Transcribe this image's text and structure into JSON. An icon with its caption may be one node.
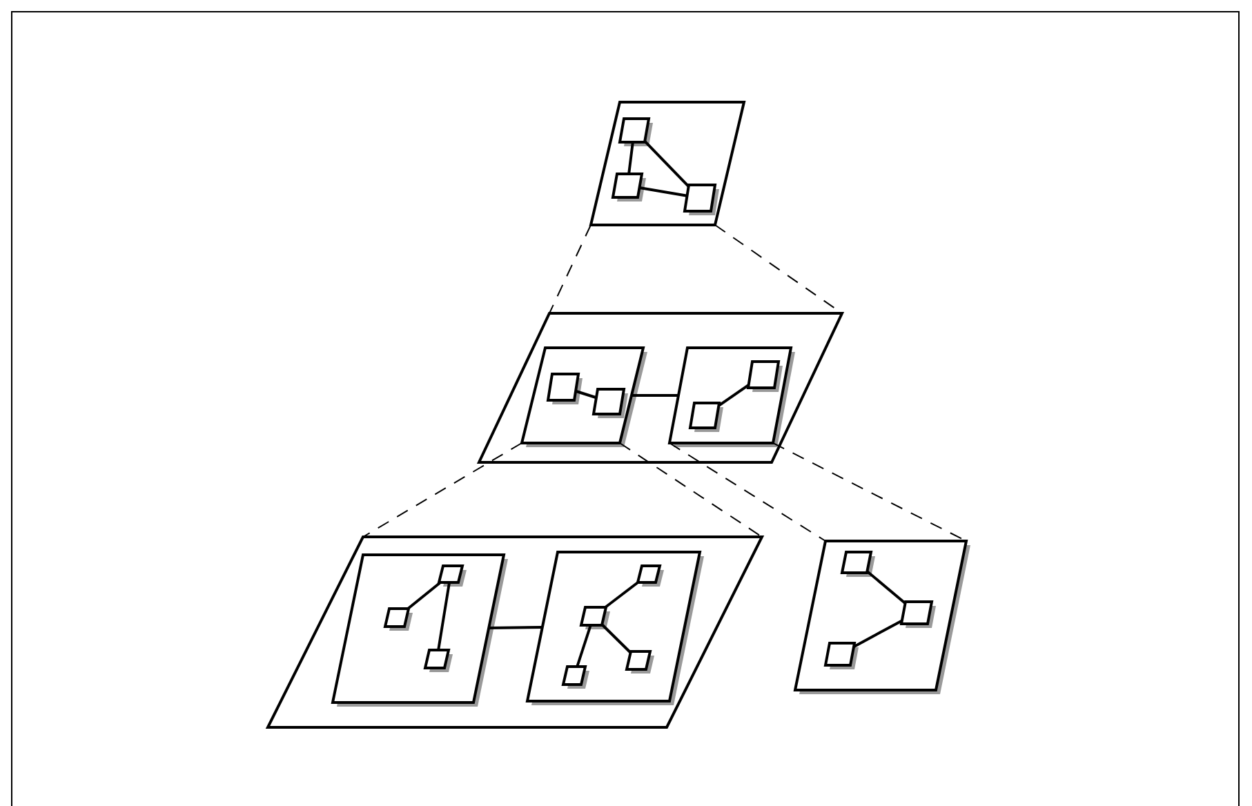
{
  "diagram": {
    "nodes": [
      {
        "text": [],
        "shape": "parallelogram"
      },
      {
        "text": [],
        "shape": "box",
        "in": 0
      },
      {
        "text": [],
        "shape": "box",
        "in": 0
      },
      {
        "text": [],
        "shape": "box",
        "in": 0
      },
      {
        "text": [],
        "shape": "parallelogram"
      },
      {
        "text": [],
        "shape": "parallelogram",
        "in": 4
      },
      {
        "text": [],
        "shape": "box",
        "in": 5
      },
      {
        "text": [],
        "shape": "box",
        "in": 5
      },
      {
        "text": [],
        "shape": "parallelogram",
        "in": 4
      },
      {
        "text": [],
        "shape": "box",
        "in": 8
      },
      {
        "text": [],
        "shape": "box",
        "in": 8
      },
      {
        "text": [],
        "shape": "parallelogram"
      },
      {
        "text": [],
        "shape": "parallelogram",
        "in": 11
      },
      {
        "text": [],
        "shape": "box",
        "in": 12
      },
      {
        "text": [],
        "shape": "box",
        "in": 12
      },
      {
        "text": [],
        "shape": "box",
        "in": 12
      },
      {
        "text": [],
        "shape": "parallelogram",
        "in": 11
      },
      {
        "text": [],
        "shape": "box",
        "in": 16
      },
      {
        "text": [],
        "shape": "box",
        "in": 16
      },
      {
        "text": [],
        "shape": "box",
        "in": 16
      },
      {
        "text": [],
        "shape": "box",
        "in": 16
      },
      {
        "text": [],
        "shape": "parallelogram"
      },
      {
        "text": [],
        "shape": "box",
        "in": 21
      },
      {
        "text": [],
        "shape": "box",
        "in": 21
      },
      {
        "text": [],
        "shape": "box",
        "in": 21
      }
    ],
    "edges": [
      {
        "from": 1,
        "to": 2,
        "arrow": "none"
      },
      {
        "from": 1,
        "to": 3,
        "arrow": "none"
      },
      {
        "from": 2,
        "to": 3,
        "arrow": "none"
      },
      {
        "from": 6,
        "to": 7,
        "arrow": "none"
      },
      {
        "from": 5,
        "to": 8,
        "arrow": "none"
      },
      {
        "from": 9,
        "to": 10,
        "arrow": "none"
      },
      {
        "from": 13,
        "to": 14,
        "arrow": "none"
      },
      {
        "from": 13,
        "to": 15,
        "arrow": "none"
      },
      {
        "from": 12,
        "to": 16,
        "arrow": "none"
      },
      {
        "from": 17,
        "to": 18,
        "arrow": "none"
      },
      {
        "from": 18,
        "to": 19,
        "arrow": "none"
      },
      {
        "from": 18,
        "to": 20,
        "arrow": "none"
      },
      {
        "from": 22,
        "to": 23,
        "arrow": "none"
      },
      {
        "from": 23,
        "to": 24,
        "arrow": "none"
      },
      {
        "from": 0,
        "to": 4,
        "arrow": "none",
        "style": "dashed"
      },
      {
        "from": 0,
        "to": 4,
        "arrow": "none",
        "style": "dashed"
      },
      {
        "from": 5,
        "to": 11,
        "arrow": "none",
        "style": "dashed"
      },
      {
        "from": 5,
        "to": 11,
        "arrow": "none",
        "style": "dashed"
      },
      {
        "from": 8,
        "to": 21,
        "arrow": "none",
        "style": "dashed"
      },
      {
        "from": 8,
        "to": 21,
        "arrow": "none",
        "style": "dashed"
      }
    ]
  }
}
